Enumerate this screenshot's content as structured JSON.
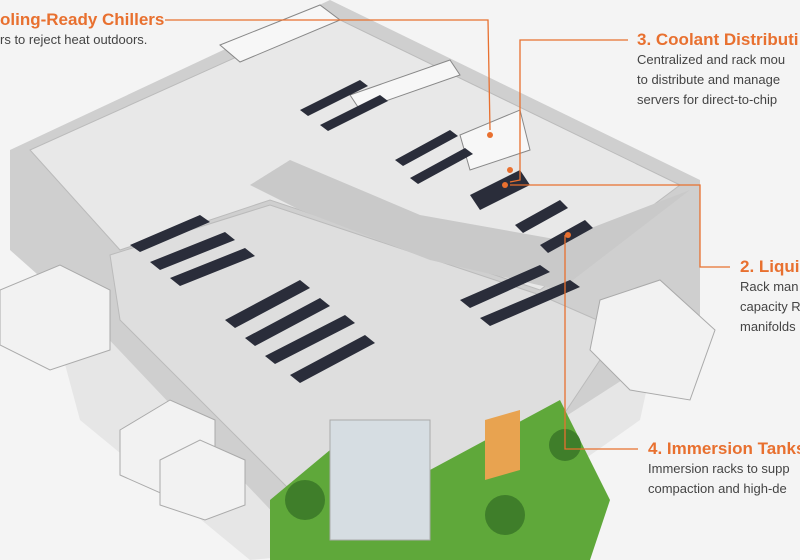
{
  "callouts": [
    {
      "title": "oling-Ready Chillers",
      "desc": [
        "rs to reject heat outdoors."
      ]
    },
    {
      "title": "2. Liqui",
      "desc": [
        "Rack man",
        "capacity R",
        "manifolds"
      ]
    },
    {
      "title": "3. Coolant Distributi",
      "desc": [
        "Centralized and rack mou",
        "to distribute and manage",
        "servers for direct-to-chip"
      ]
    },
    {
      "title": "4. Immersion Tanks",
      "desc": [
        "Immersion racks to supp",
        "compaction and high-de"
      ]
    }
  ],
  "colors": {
    "accent": "#e8702f",
    "roof": "#d9d9d9",
    "floor": "#e9e9e9",
    "rack": "#2a2d3a",
    "grass": "#5fa83a"
  }
}
